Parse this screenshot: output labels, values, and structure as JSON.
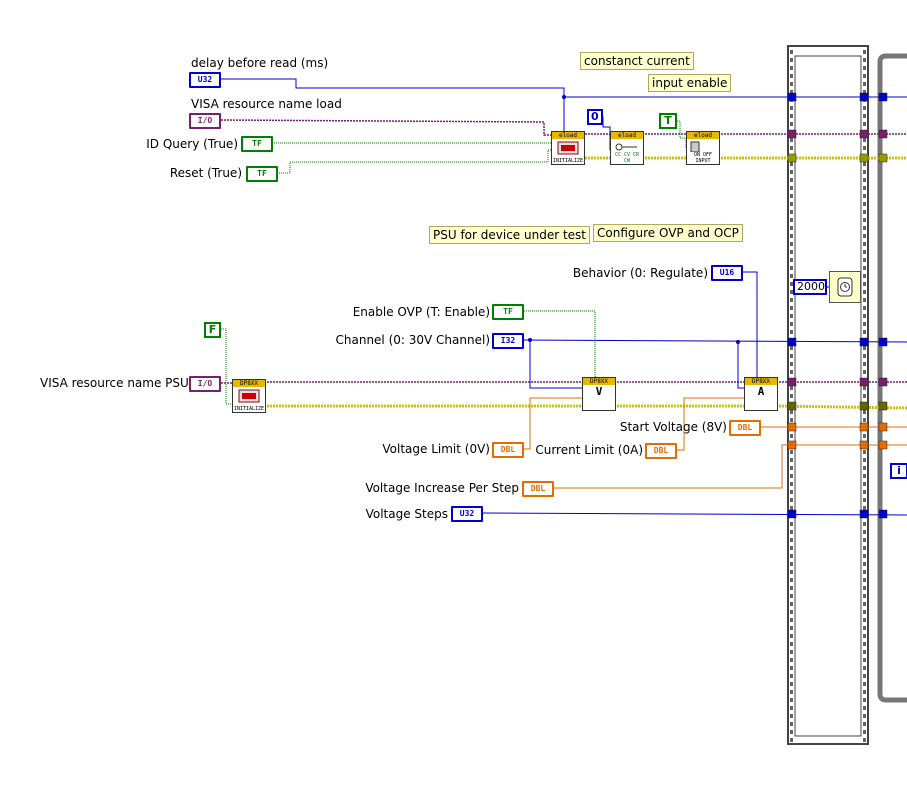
{
  "labels": {
    "delay": "delay before read (ms)",
    "visa_load": "VISA resource name load",
    "id_query": "ID Query (True)",
    "reset": "Reset (True)",
    "visa_psu": "VISA resource name PSU",
    "enable_ovp": "Enable OVP (T: Enable)",
    "channel": "Channel (0: 30V Channel)",
    "behavior": "Behavior (0: Regulate)",
    "voltage_limit": "Voltage Limit (0V)",
    "current_limit": "Current Limit (0A)",
    "start_voltage": "Start Voltage (8V)",
    "voltage_increase": "Voltage Increase Per Step",
    "voltage_steps": "Voltage Steps"
  },
  "comments": {
    "constant_current": "constanct current",
    "input_enable": "input enable",
    "psu_dut": "PSU for device under test",
    "configure_ovp_ocp": "Configure OVP and OCP"
  },
  "terminal_types": {
    "u32": "U32",
    "io": "I/O",
    "tf": "TF",
    "i32": "I32",
    "u16": "U16",
    "dbl": "DBL"
  },
  "constants": {
    "zero": "0",
    "true_const": "T",
    "false_const": "F",
    "wait_ms": "2000",
    "loop_index": "i"
  },
  "subvis": {
    "load_init": {
      "top": "eload",
      "body": "INITIALIZE"
    },
    "load_cc": {
      "top": "eload",
      "body": "CC CV CR CW"
    },
    "load_input": {
      "top": "eload",
      "body": "ON OFF INPUT"
    },
    "psu_init": {
      "top": "DP8XX",
      "body": "INITIALIZE"
    },
    "psu_ovp": {
      "top": "DP8XX",
      "body": "V"
    },
    "psu_ocp": {
      "top": "DP8XX",
      "body": "A"
    }
  },
  "colors": {
    "u32_wire": "#0000cc",
    "io_wire": "#7a1f6b",
    "bool_wire": "#008000",
    "dbl_wire": "#e46c00",
    "error_wire": "#c8c800",
    "frame": "#444444"
  }
}
